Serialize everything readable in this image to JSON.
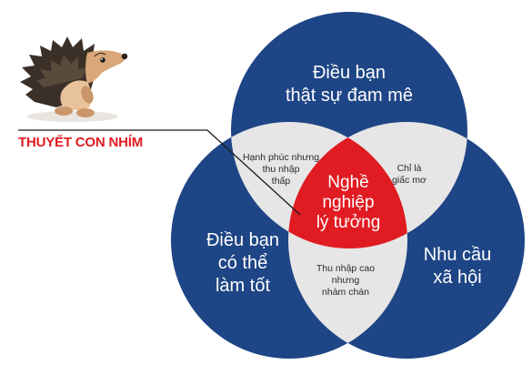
{
  "concept_title": "THUYẾT CON NHÍM",
  "circles": {
    "top": "Điều bạn\nthật sự đam mê",
    "left": "Điều bạn\ncó thể\nlàm tốt",
    "right": "Nhu cầu\nxã hội"
  },
  "overlaps": {
    "top_left": "Hạnh phúc nhưng\nthu nhập\nthấp",
    "top_right": "Chỉ là\ngiấc mơ",
    "left_right": "Thu nhập cao\nnhưng\nnhàm chán"
  },
  "center": "Nghề\nnghiệp\nlý tưởng",
  "colors": {
    "circle": "#1e4585",
    "overlap": "#e6e6e6",
    "center": "#e11b22",
    "title": "#e11b22",
    "hedgehog_spines": "#3b3028",
    "hedgehog_body": "#d9a77a"
  },
  "icons": [
    "hedgehog-illustration"
  ]
}
